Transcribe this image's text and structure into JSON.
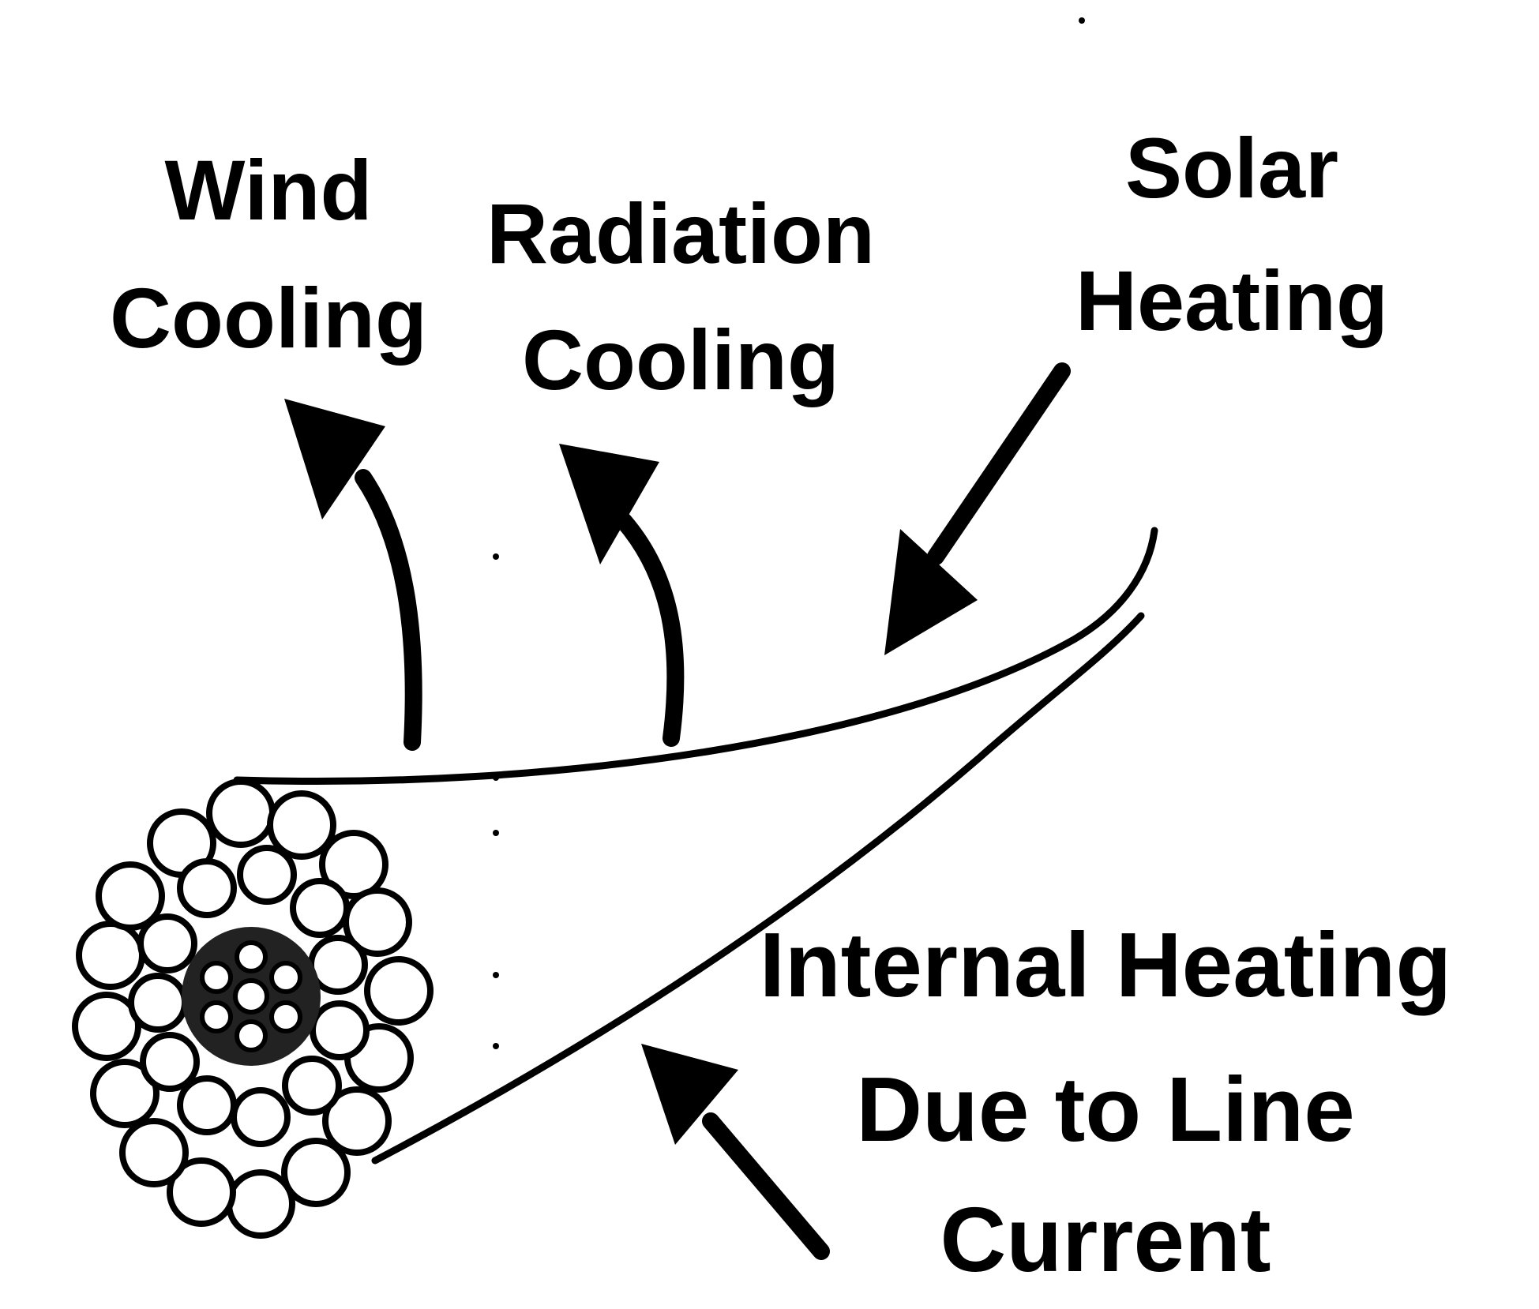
{
  "labels": {
    "wind_cooling": {
      "line1": "Wind",
      "line2": "Cooling"
    },
    "radiation_cooling": {
      "line1": "Radiation",
      "line2": "Cooling"
    },
    "solar_heating": {
      "line1": "Solar",
      "line2": "Heating"
    },
    "internal_heating": {
      "line1": "Internal Heating",
      "line2": "Due to Line",
      "line3": "Current"
    }
  },
  "colors": {
    "ink": "#000000",
    "background": "#ffffff",
    "core_shading": "#222222"
  },
  "icons": {
    "conductor": "stranded-conductor-cross-section-icon",
    "arrow": "curved-arrow-icon"
  }
}
